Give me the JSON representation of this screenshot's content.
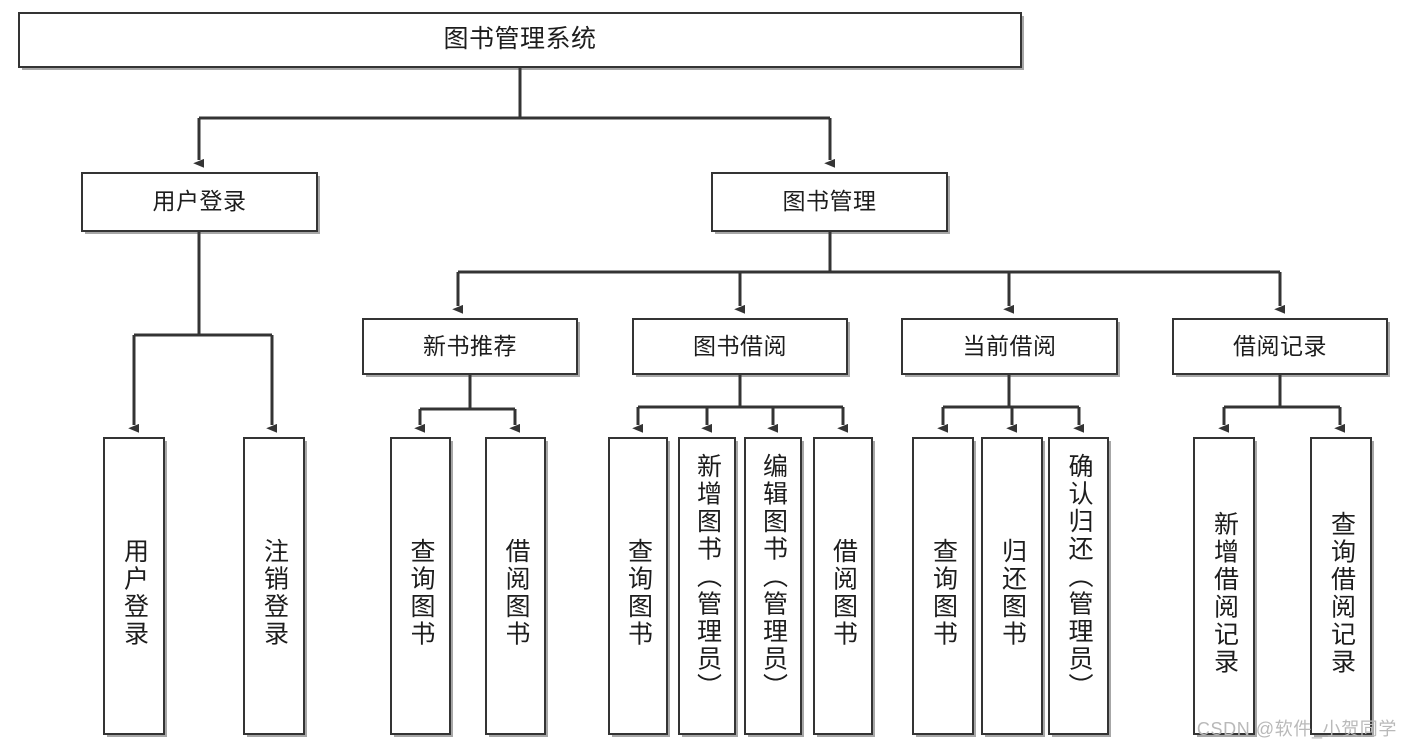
{
  "diagram": {
    "title": "图书管理系统",
    "type": "tree-hierarchy",
    "watermark": "CSDN @软件_小贺同学",
    "colors": {
      "stroke": "#343434",
      "fill": "#ffffff",
      "text": "#1d1d1d",
      "watermark": "#b9b9b9"
    },
    "nodes": {
      "root": {
        "label": "图书管理系统"
      },
      "level2": [
        {
          "label": "用户登录"
        },
        {
          "label": "图书管理"
        }
      ],
      "level3": [
        {
          "label": "新书推荐"
        },
        {
          "label": "图书借阅"
        },
        {
          "label": "当前借阅"
        },
        {
          "label": "借阅记录"
        }
      ],
      "leaves_user_login": [
        {
          "label": "用户登录"
        },
        {
          "label": "注销登录"
        }
      ],
      "leaves_new_book": [
        {
          "label": "查询图书"
        },
        {
          "label": "借阅图书"
        }
      ],
      "leaves_borrow": [
        {
          "label": "查询图书"
        },
        {
          "label": "新增图书（管理员）"
        },
        {
          "label": "编辑图书（管理员）"
        },
        {
          "label": "借阅图书"
        }
      ],
      "leaves_current": [
        {
          "label": "查询图书"
        },
        {
          "label": "归还图书"
        },
        {
          "label": "确认归还（管理员）"
        }
      ],
      "leaves_record": [
        {
          "label": "新增借阅记录"
        },
        {
          "label": "查询借阅记录"
        }
      ]
    }
  }
}
